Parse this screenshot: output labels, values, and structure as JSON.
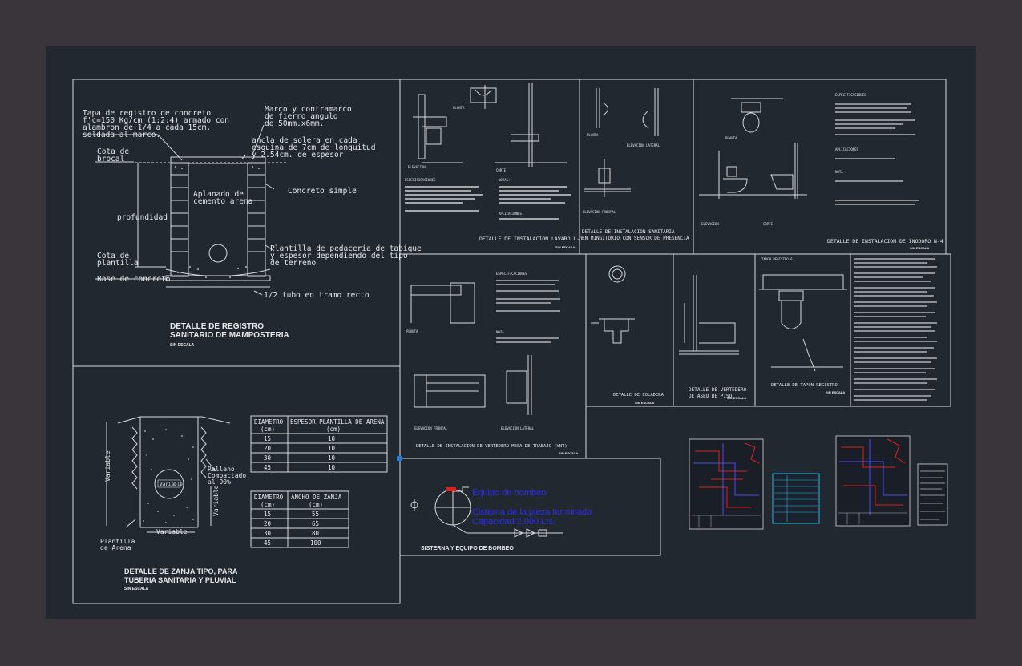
{
  "colors": {
    "background": "#3a353b",
    "canvas": "#212830",
    "line": "#d9d9d9",
    "red": "#e0201c",
    "blue": "#2d2df0",
    "cyan": "#27b8e0"
  },
  "registro": {
    "callout_tapa": [
      "Tapa de registro de concreto",
      "f'c=150 Kg/cm  (1:2:4) armado con",
      "alambron de 1/4 a cada 15cm.",
      "soldada al marco."
    ],
    "callout_marco": [
      "Marco y contramarco",
      "de fierro angulo",
      "de 50mm.x6mm."
    ],
    "callout_ancla": [
      "ancla de solera en cada",
      "esquina de 7cm de longuitud",
      "y 2.54cm. de espesor"
    ],
    "cota_brocal": [
      "Cota de",
      "brocal"
    ],
    "aplanado": [
      "Aplanado de",
      "cemento arena"
    ],
    "concreto_simple": "Concreto simple",
    "profundidad": "profundidad",
    "cota_plantilla": [
      "Cota de",
      "plantilla"
    ],
    "plantilla_pedaceria": [
      "Plantilla de pedaceria de tabique",
      "y espesor dependiendo del tipo",
      "de terreno"
    ],
    "base_concreto": "Base de concreto",
    "tubo": "1/2 tubo en tramo recto",
    "title": [
      "DETALLE DE REGISTRO",
      "SANITARIO DE MAMPOSTERIA"
    ],
    "scale": "SIN ESCALA"
  },
  "zanja": {
    "variable": "Variable",
    "relleno": [
      "Relleno",
      "Compactado",
      "al 90%"
    ],
    "plantilla_arena": [
      "Plantilla",
      "de Arena"
    ],
    "title": [
      "DETALLE DE ZANJA TIPO, PARA",
      "TUBERIA SANITARIA Y PLUVIAL"
    ],
    "scale": "SIN ESCALA",
    "table1": {
      "headers": [
        [
          "DIAMETRO",
          "(cm)"
        ],
        [
          "ESPESOR PLANTILLA DE ARENA",
          "(cm)"
        ]
      ],
      "rows": [
        [
          "15",
          "10"
        ],
        [
          "20",
          "10"
        ],
        [
          "30",
          "10"
        ],
        [
          "45",
          "10"
        ]
      ]
    },
    "table2": {
      "headers": [
        [
          "DIAMETRO",
          "(cm)"
        ],
        [
          "ANCHO DE ZANJA",
          "(cm)"
        ]
      ],
      "rows": [
        [
          "15",
          "55"
        ],
        [
          "20",
          "65"
        ],
        [
          "30",
          "80"
        ],
        [
          "45",
          "100"
        ]
      ]
    }
  },
  "panels": {
    "lavabo": "DETALLE DE INSTALACION LAVABO  L-1",
    "mingitorio": [
      "DETALLE DE INSTALACION SANITARIA",
      "EN MINGITORIO CON SENSOR DE PRESENCIA"
    ],
    "inodoro": "DETALLE DE INSTALACION DE INODORO  N-4",
    "vertedero_mesa": "DETALLE DE INSTALACION DE VERTEDERO MESA DE TRABAJO (VNT)",
    "coladera": "DETALLE DE COLADERA",
    "vertedero_aseo": [
      "DETALLE DE VERTEDERO",
      "DE ASEO DE PISO"
    ],
    "tapon": "DETALLE DE TAPON REGISTRO",
    "cisterna": "SISTERNA Y EQUIPO DE BOMBEO",
    "scale": "SIN ESCALA",
    "small_labels": {
      "planta": "PLANTA",
      "corte": "CORTE",
      "elevacion": "ELEVACION",
      "elevacion_lateral": "ELEVACION LATERAL",
      "elevacion_frontal": "ELEVACION FRONTAL",
      "especificaciones": "ESPECIFICACIONES",
      "notas": "NOTAS:",
      "nota": "NOTA :",
      "aplicaciones": "APLICACIONES",
      "tapon_label": "TAPON REGISTRO 6"
    }
  },
  "cisterna_blue": [
    "Equipo de bombeo",
    "Cisterna de la pieza terminada",
    "Capacidad 2,000 Lts."
  ]
}
